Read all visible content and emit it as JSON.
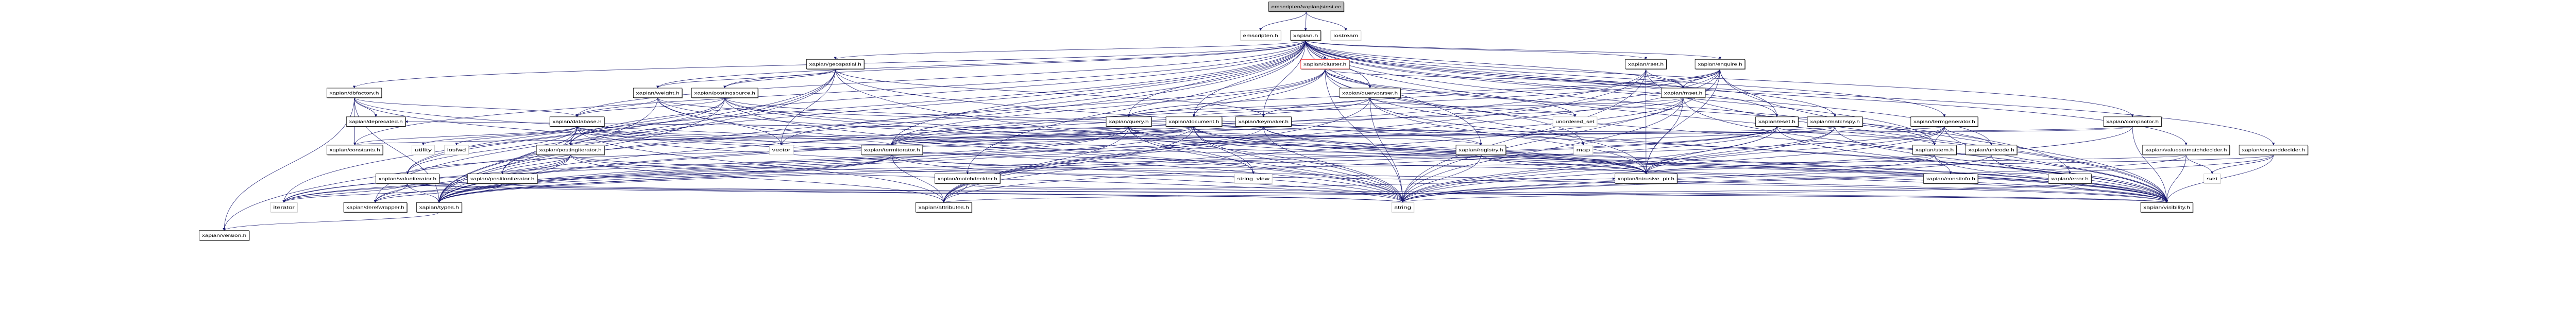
{
  "graph": {
    "root": "emscripten/xapianjstest.cc",
    "colors": {
      "edge": "#191970",
      "root_fill": "#bfbfbf",
      "node_border": "#000000",
      "system_border": "#bfbfbf",
      "truncated_border": "#ff0000"
    },
    "nodes": [
      {
        "id": "emscripten/xapianjstest.cc",
        "kind": "root"
      },
      {
        "id": "emscripten.h",
        "kind": "system"
      },
      {
        "id": "xapian.h",
        "kind": "header"
      },
      {
        "id": "iostream",
        "kind": "system"
      },
      {
        "id": "xapian/geospatial.h",
        "kind": "header"
      },
      {
        "id": "xapian/cluster.h",
        "kind": "truncated"
      },
      {
        "id": "xapian/rset.h",
        "kind": "header"
      },
      {
        "id": "xapian/enquire.h",
        "kind": "header"
      },
      {
        "id": "xapian/dbfactory.h",
        "kind": "header"
      },
      {
        "id": "xapian/weight.h",
        "kind": "header"
      },
      {
        "id": "xapian/postingsource.h",
        "kind": "header"
      },
      {
        "id": "xapian/queryparser.h",
        "kind": "header"
      },
      {
        "id": "xapian/mset.h",
        "kind": "header"
      },
      {
        "id": "xapian/deprecated.h",
        "kind": "header"
      },
      {
        "id": "xapian/database.h",
        "kind": "header"
      },
      {
        "id": "xapian/query.h",
        "kind": "header"
      },
      {
        "id": "xapian/document.h",
        "kind": "header"
      },
      {
        "id": "xapian/keymaker.h",
        "kind": "header"
      },
      {
        "id": "unordered_set",
        "kind": "system"
      },
      {
        "id": "xapian/eset.h",
        "kind": "header"
      },
      {
        "id": "xapian/matchspy.h",
        "kind": "header"
      },
      {
        "id": "xapian/termgenerator.h",
        "kind": "header"
      },
      {
        "id": "xapian/compactor.h",
        "kind": "header"
      },
      {
        "id": "xapian/constants.h",
        "kind": "header"
      },
      {
        "id": "utility",
        "kind": "system"
      },
      {
        "id": "iosfwd",
        "kind": "system"
      },
      {
        "id": "xapian/postingiterator.h",
        "kind": "header"
      },
      {
        "id": "vector",
        "kind": "system"
      },
      {
        "id": "xapian/termiterator.h",
        "kind": "header"
      },
      {
        "id": "xapian/registry.h",
        "kind": "header"
      },
      {
        "id": "map",
        "kind": "system"
      },
      {
        "id": "xapian/stem.h",
        "kind": "header"
      },
      {
        "id": "xapian/unicode.h",
        "kind": "header"
      },
      {
        "id": "xapian/valuesetmatchdecider.h",
        "kind": "header"
      },
      {
        "id": "xapian/expanddecider.h",
        "kind": "header"
      },
      {
        "id": "xapian/valueiterator.h",
        "kind": "header"
      },
      {
        "id": "xapian/positioniterator.h",
        "kind": "header"
      },
      {
        "id": "xapian/matchdecider.h",
        "kind": "header"
      },
      {
        "id": "string_view",
        "kind": "system"
      },
      {
        "id": "xapian/intrusive_ptr.h",
        "kind": "header"
      },
      {
        "id": "xapian/constinfo.h",
        "kind": "header"
      },
      {
        "id": "xapian/error.h",
        "kind": "header"
      },
      {
        "id": "set",
        "kind": "system"
      },
      {
        "id": "iterator",
        "kind": "system"
      },
      {
        "id": "xapian/derefwrapper.h",
        "kind": "header"
      },
      {
        "id": "xapian/types.h",
        "kind": "header"
      },
      {
        "id": "xapian/attributes.h",
        "kind": "header"
      },
      {
        "id": "string",
        "kind": "system"
      },
      {
        "id": "xapian/visibility.h",
        "kind": "header"
      },
      {
        "id": "xapian/version.h",
        "kind": "header"
      }
    ],
    "edges": [
      [
        "emscripten/xapianjstest.cc",
        "emscripten.h"
      ],
      [
        "emscripten/xapianjstest.cc",
        "xapian.h"
      ],
      [
        "emscripten/xapianjstest.cc",
        "iostream"
      ],
      [
        "xapian.h",
        "xapian/version.h"
      ],
      [
        "xapian.h",
        "xapian/types.h"
      ],
      [
        "xapian.h",
        "xapian/database.h"
      ],
      [
        "xapian.h",
        "xapian/dbfactory.h"
      ],
      [
        "xapian.h",
        "xapian/document.h"
      ],
      [
        "xapian.h",
        "xapian/enquire.h"
      ],
      [
        "xapian.h",
        "xapian/error.h"
      ],
      [
        "xapian.h",
        "xapian/expanddecider.h"
      ],
      [
        "xapian.h",
        "xapian/geospatial.h"
      ],
      [
        "xapian.h",
        "xapian/keymaker.h"
      ],
      [
        "xapian.h",
        "xapian/matchdecider.h"
      ],
      [
        "xapian.h",
        "xapian/matchspy.h"
      ],
      [
        "xapian.h",
        "xapian/mset.h"
      ],
      [
        "xapian.h",
        "xapian/eset.h"
      ],
      [
        "xapian.h",
        "xapian/rset.h"
      ],
      [
        "xapian.h",
        "xapian/postingiterator.h"
      ],
      [
        "xapian.h",
        "xapian/positioniterator.h"
      ],
      [
        "xapian.h",
        "xapian/postingsource.h"
      ],
      [
        "xapian.h",
        "xapian/query.h"
      ],
      [
        "xapian.h",
        "xapian/queryparser.h"
      ],
      [
        "xapian.h",
        "xapian/registry.h"
      ],
      [
        "xapian.h",
        "xapian/stem.h"
      ],
      [
        "xapian.h",
        "xapian/termgenerator.h"
      ],
      [
        "xapian.h",
        "xapian/termiterator.h"
      ],
      [
        "xapian.h",
        "xapian/valueiterator.h"
      ],
      [
        "xapian.h",
        "xapian/valuesetmatchdecider.h"
      ],
      [
        "xapian.h",
        "xapian/weight.h"
      ],
      [
        "xapian.h",
        "xapian/compactor.h"
      ],
      [
        "xapian.h",
        "xapian/constants.h"
      ],
      [
        "xapian.h",
        "xapian/unicode.h"
      ],
      [
        "xapian.h",
        "xapian/cluster.h"
      ],
      [
        "xapian.h",
        "xapian/visibility.h"
      ],
      [
        "xapian/dbfactory.h",
        "string"
      ],
      [
        "xapian/dbfactory.h",
        "xapian/types.h"
      ],
      [
        "xapian/dbfactory.h",
        "xapian/version.h"
      ],
      [
        "xapian/dbfactory.h",
        "xapian/visibility.h"
      ],
      [
        "xapian/dbfactory.h",
        "xapian/constants.h"
      ],
      [
        "xapian/dbfactory.h",
        "xapian/deprecated.h"
      ],
      [
        "xapian/dbfactory.h",
        "xapian/database.h"
      ],
      [
        "xapian/database.h",
        "iosfwd"
      ],
      [
        "xapian/database.h",
        "string"
      ],
      [
        "xapian/database.h",
        "utility"
      ],
      [
        "xapian/database.h",
        "vector"
      ],
      [
        "xapian/database.h",
        "xapian/attributes.h"
      ],
      [
        "xapian/database.h",
        "xapian/intrusive_ptr.h"
      ],
      [
        "xapian/database.h",
        "xapian/types.h"
      ],
      [
        "xapian/database.h",
        "xapian/positioniterator.h"
      ],
      [
        "xapian/database.h",
        "xapian/postingiterator.h"
      ],
      [
        "xapian/database.h",
        "xapian/termiterator.h"
      ],
      [
        "xapian/database.h",
        "xapian/valueiterator.h"
      ],
      [
        "xapian/database.h",
        "xapian/visibility.h"
      ],
      [
        "xapian/database.h",
        "xapian/constants.h"
      ],
      [
        "xapian/document.h",
        "string"
      ],
      [
        "xapian/document.h",
        "string_view"
      ],
      [
        "xapian/document.h",
        "xapian/attributes.h"
      ],
      [
        "xapian/document.h",
        "xapian/intrusive_ptr.h"
      ],
      [
        "xapian/document.h",
        "xapian/types.h"
      ],
      [
        "xapian/document.h",
        "xapian/termiterator.h"
      ],
      [
        "xapian/document.h",
        "xapian/valueiterator.h"
      ],
      [
        "xapian/document.h",
        "xapian/visibility.h"
      ],
      [
        "xapian/postingiterator.h",
        "iterator"
      ],
      [
        "xapian/postingiterator.h",
        "string"
      ],
      [
        "xapian/postingiterator.h",
        "xapian/attributes.h"
      ],
      [
        "xapian/postingiterator.h",
        "xapian/derefwrapper.h"
      ],
      [
        "xapian/postingiterator.h",
        "xapian/positioniterator.h"
      ],
      [
        "xapian/postingiterator.h",
        "xapian/types.h"
      ],
      [
        "xapian/postingiterator.h",
        "xapian/visibility.h"
      ],
      [
        "xapian/positioniterator.h",
        "iterator"
      ],
      [
        "xapian/positioniterator.h",
        "string"
      ],
      [
        "xapian/positioniterator.h",
        "xapian/derefwrapper.h"
      ],
      [
        "xapian/positioniterator.h",
        "xapian/types.h"
      ],
      [
        "xapian/positioniterator.h",
        "xapian/visibility.h"
      ],
      [
        "xapian/termiterator.h",
        "iterator"
      ],
      [
        "xapian/termiterator.h",
        "string"
      ],
      [
        "xapian/termiterator.h",
        "xapian/attributes.h"
      ],
      [
        "xapian/termiterator.h",
        "xapian/derefwrapper.h"
      ],
      [
        "xapian/termiterator.h",
        "xapian/positioniterator.h"
      ],
      [
        "xapian/termiterator.h",
        "xapian/types.h"
      ],
      [
        "xapian/termiterator.h",
        "xapian/visibility.h"
      ],
      [
        "xapian/valueiterator.h",
        "iterator"
      ],
      [
        "xapian/valueiterator.h",
        "string"
      ],
      [
        "xapian/valueiterator.h",
        "xapian/derefwrapper.h"
      ],
      [
        "xapian/valueiterator.h",
        "xapian/types.h"
      ],
      [
        "xapian/valueiterator.h",
        "xapian/visibility.h"
      ],
      [
        "xapian/types.h",
        "xapian/version.h"
      ],
      [
        "xapian/enquire.h",
        "string"
      ],
      [
        "xapian/enquire.h",
        "xapian/attributes.h"
      ],
      [
        "xapian/enquire.h",
        "xapian/eset.h"
      ],
      [
        "xapian/enquire.h",
        "xapian/intrusive_ptr.h"
      ],
      [
        "xapian/enquire.h",
        "xapian/mset.h"
      ],
      [
        "xapian/enquire.h",
        "xapian/types.h"
      ],
      [
        "xapian/enquire.h",
        "xapian/termiterator.h"
      ],
      [
        "xapian/enquire.h",
        "xapian/visibility.h"
      ],
      [
        "xapian/enquire.h",
        "xapian/query.h"
      ],
      [
        "xapian/enquire.h",
        "xapian/keymaker.h"
      ],
      [
        "xapian/mset.h",
        "string"
      ],
      [
        "xapian/mset.h",
        "xapian/attributes.h"
      ],
      [
        "xapian/mset.h",
        "xapian/document.h"
      ],
      [
        "xapian/mset.h",
        "xapian/intrusive_ptr.h"
      ],
      [
        "xapian/mset.h",
        "xapian/types.h"
      ],
      [
        "xapian/mset.h",
        "xapian/termiterator.h"
      ],
      [
        "xapian/mset.h",
        "xapian/visibility.h"
      ],
      [
        "xapian/eset.h",
        "iterator"
      ],
      [
        "xapian/eset.h",
        "string"
      ],
      [
        "xapian/eset.h",
        "xapian/attributes.h"
      ],
      [
        "xapian/eset.h",
        "xapian/intrusive_ptr.h"
      ],
      [
        "xapian/eset.h",
        "xapian/stem.h"
      ],
      [
        "xapian/eset.h",
        "xapian/types.h"
      ],
      [
        "xapian/eset.h",
        "xapian/visibility.h"
      ],
      [
        "xapian/rset.h",
        "string"
      ],
      [
        "xapian/rset.h",
        "xapian/attributes.h"
      ],
      [
        "xapian/rset.h",
        "xapian/intrusive_ptr.h"
      ],
      [
        "xapian/rset.h",
        "xapian/mset.h"
      ],
      [
        "xapian/rset.h",
        "xapian/types.h"
      ],
      [
        "xapian/rset.h",
        "xapian/visibility.h"
      ],
      [
        "xapian/error.h",
        "string"
      ],
      [
        "xapian/error.h",
        "xapian/attributes.h"
      ],
      [
        "xapian/error.h",
        "xapian/visibility.h"
      ],
      [
        "xapian/expanddecider.h",
        "set"
      ],
      [
        "xapian/expanddecider.h",
        "string"
      ],
      [
        "xapian/expanddecider.h",
        "xapian/intrusive_ptr.h"
      ],
      [
        "xapian/expanddecider.h",
        "xapian/visibility.h"
      ],
      [
        "xapian/geospatial.h",
        "iterator"
      ],
      [
        "xapian/geospatial.h",
        "vector"
      ],
      [
        "xapian/geospatial.h",
        "string"
      ],
      [
        "xapian/geospatial.h",
        "xapian/derefwrapper.h"
      ],
      [
        "xapian/geospatial.h",
        "xapian/keymaker.h"
      ],
      [
        "xapian/geospatial.h",
        "xapian/postingsource.h"
      ],
      [
        "xapian/geospatial.h",
        "xapian/types.h"
      ],
      [
        "xapian/geospatial.h",
        "xapian/visibility.h"
      ],
      [
        "xapian/geospatial.h",
        "xapian/weight.h"
      ],
      [
        "xapian/keymaker.h",
        "string"
      ],
      [
        "xapian/keymaker.h",
        "vector"
      ],
      [
        "xapian/keymaker.h",
        "xapian/intrusive_ptr.h"
      ],
      [
        "xapian/keymaker.h",
        "xapian/types.h"
      ],
      [
        "xapian/keymaker.h",
        "xapian/visibility.h"
      ],
      [
        "xapian/matchdecider.h",
        "xapian/intrusive_ptr.h"
      ],
      [
        "xapian/matchdecider.h",
        "xapian/visibility.h"
      ],
      [
        "xapian/matchdecider.h",
        "xapian/attributes.h"
      ],
      [
        "xapian/matchspy.h",
        "xapian/intrusive_ptr.h"
      ],
      [
        "xapian/matchspy.h",
        "xapian/termiterator.h"
      ],
      [
        "xapian/matchspy.h",
        "xapian/visibility.h"
      ],
      [
        "xapian/matchspy.h",
        "map"
      ],
      [
        "xapian/matchspy.h",
        "string"
      ],
      [
        "xapian/postingsource.h",
        "xapian/database.h"
      ],
      [
        "xapian/postingsource.h",
        "xapian/intrusive_ptr.h"
      ],
      [
        "xapian/postingsource.h",
        "xapian/postingiterator.h"
      ],
      [
        "xapian/postingsource.h",
        "xapian/types.h"
      ],
      [
        "xapian/postingsource.h",
        "xapian/valueiterator.h"
      ],
      [
        "xapian/postingsource.h",
        "xapian/visibility.h"
      ],
      [
        "xapian/postingsource.h",
        "string"
      ],
      [
        "xapian/postingsource.h",
        "map"
      ],
      [
        "xapian/query.h",
        "string"
      ],
      [
        "xapian/query.h",
        "string_view"
      ],
      [
        "xapian/query.h",
        "xapian/attributes.h"
      ],
      [
        "xapian/query.h",
        "xapian/intrusive_ptr.h"
      ],
      [
        "xapian/query.h",
        "xapian/postingiterator.h"
      ],
      [
        "xapian/query.h",
        "xapian/registry.h"
      ],
      [
        "xapian/query.h",
        "xapian/termiterator.h"
      ],
      [
        "xapian/query.h",
        "xapian/types.h"
      ],
      [
        "xapian/query.h",
        "xapian/visibility.h"
      ],
      [
        "xapian/query.h",
        "iterator"
      ],
      [
        "xapian/queryparser.h",
        "string"
      ],
      [
        "xapian/queryparser.h",
        "unordered_set"
      ],
      [
        "xapian/queryparser.h",
        "xapian/attributes.h"
      ],
      [
        "xapian/queryparser.h",
        "xapian/intrusive_ptr.h"
      ],
      [
        "xapian/queryparser.h",
        "xapian/query.h"
      ],
      [
        "xapian/queryparser.h",
        "xapian/termiterator.h"
      ],
      [
        "xapian/queryparser.h",
        "xapian/visibility.h"
      ],
      [
        "xapian/registry.h",
        "string"
      ],
      [
        "xapian/registry.h",
        "xapian/intrusive_ptr.h"
      ],
      [
        "xapian/registry.h",
        "xapian/visibility.h"
      ],
      [
        "xapian/stem.h",
        "xapian/constinfo.h"
      ],
      [
        "xapian/stem.h",
        "xapian/intrusive_ptr.h"
      ],
      [
        "xapian/stem.h",
        "xapian/visibility.h"
      ],
      [
        "xapian/stem.h",
        "string"
      ],
      [
        "xapian/termgenerator.h",
        "xapian/intrusive_ptr.h"
      ],
      [
        "xapian/termgenerator.h",
        "xapian/types.h"
      ],
      [
        "xapian/termgenerator.h",
        "xapian/termiterator.h"
      ],
      [
        "xapian/termgenerator.h",
        "xapian/visibility.h"
      ],
      [
        "xapian/termgenerator.h",
        "string"
      ],
      [
        "xapian/termgenerator.h",
        "xapian/unicode.h"
      ],
      [
        "xapian/termgenerator.h",
        "xapian/stem.h"
      ],
      [
        "xapian/unicode.h",
        "xapian/visibility.h"
      ],
      [
        "xapian/unicode.h",
        "string"
      ],
      [
        "xapian/valuesetmatchdecider.h",
        "xapian/matchdecider.h"
      ],
      [
        "xapian/valuesetmatchdecider.h",
        "set"
      ],
      [
        "xapian/valuesetmatchdecider.h",
        "string"
      ],
      [
        "xapian/valuesetmatchdecider.h",
        "xapian/visibility.h"
      ],
      [
        "xapian/weight.h",
        "string"
      ],
      [
        "xapian/weight.h",
        "vector"
      ],
      [
        "xapian/weight.h",
        "xapian/database.h"
      ],
      [
        "xapian/weight.h",
        "xapian/registry.h"
      ],
      [
        "xapian/weight.h",
        "xapian/types.h"
      ],
      [
        "xapian/weight.h",
        "xapian/visibility.h"
      ],
      [
        "xapian/compactor.h",
        "string"
      ],
      [
        "xapian/compactor.h",
        "xapian/deprecated.h"
      ],
      [
        "xapian/compactor.h",
        "xapian/visibility.h"
      ],
      [
        "xapian/compactor.h",
        "xapian/constants.h"
      ],
      [
        "xapian/cluster.h",
        "xapian/document.h"
      ],
      [
        "xapian/cluster.h",
        "xapian/mset.h"
      ],
      [
        "xapian/cluster.h",
        "xapian/queryparser.h"
      ],
      [
        "xapian/cluster.h",
        "xapian/stem.h"
      ],
      [
        "xapian/cluster.h",
        "xapian/types.h"
      ],
      [
        "xapian/cluster.h",
        "xapian/visibility.h"
      ],
      [
        "xapian/cluster.h",
        "string"
      ],
      [
        "xapian/cluster.h",
        "unordered_set"
      ],
      [
        "xapian/cluster.h",
        "vector"
      ],
      [
        "xapian/cluster.h",
        "map"
      ],
      [
        "xapian/cluster.h",
        "xapian/intrusive_ptr.h"
      ],
      [
        "xapian/cluster.h",
        "xapian/termiterator.h"
      ]
    ]
  }
}
